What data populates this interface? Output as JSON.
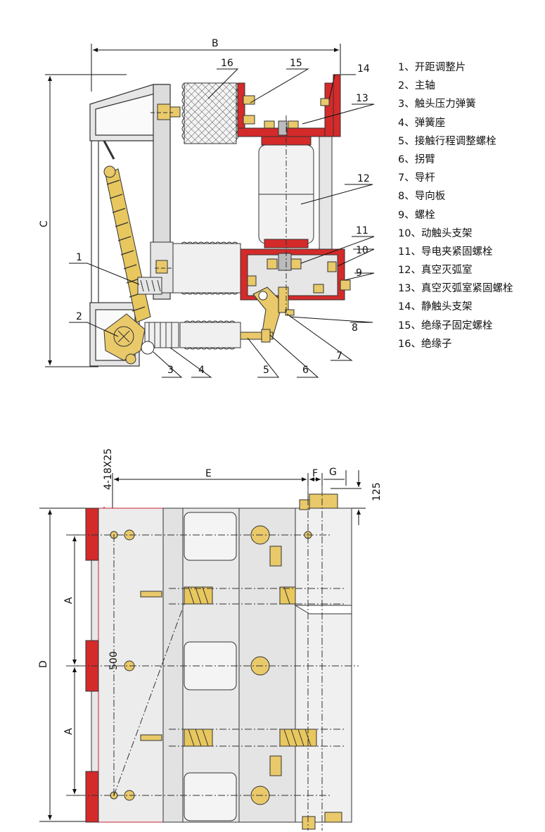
{
  "legend": [
    "1、开距调整片",
    "2、主轴",
    "3、触头压力弹簧",
    "4、弹簧座",
    "5、接触行程调整螺栓",
    "6、拐臂",
    "7、导杆",
    "8、导向板",
    "9、螺栓",
    "10、动触头支架",
    "11、导电夹紧固螺栓",
    "12、真空灭弧室",
    "13、真空灭弧室紧固螺栓",
    "14、静触头支架",
    "15、绝缘子固定螺栓",
    "16、绝缘子"
  ],
  "callouts": [
    "1",
    "2",
    "3",
    "4",
    "5",
    "6",
    "7",
    "8",
    "9",
    "10",
    "11",
    "12",
    "13",
    "14",
    "15",
    "16"
  ],
  "dimensions": {
    "B": "B",
    "C": "C",
    "D": "D",
    "E": "E",
    "F": "F",
    "G": "G",
    "A_upper": "A",
    "A_lower": "A",
    "hole_spec": "4-18X25",
    "pitch": "500",
    "offset": "125"
  },
  "colors": {
    "support_red": "#d42a2a",
    "brass": "#e9c96a",
    "spring": "#e8c75e",
    "insulator": "#efefef",
    "frame": "#e4e4e4",
    "outline": "#333333"
  }
}
